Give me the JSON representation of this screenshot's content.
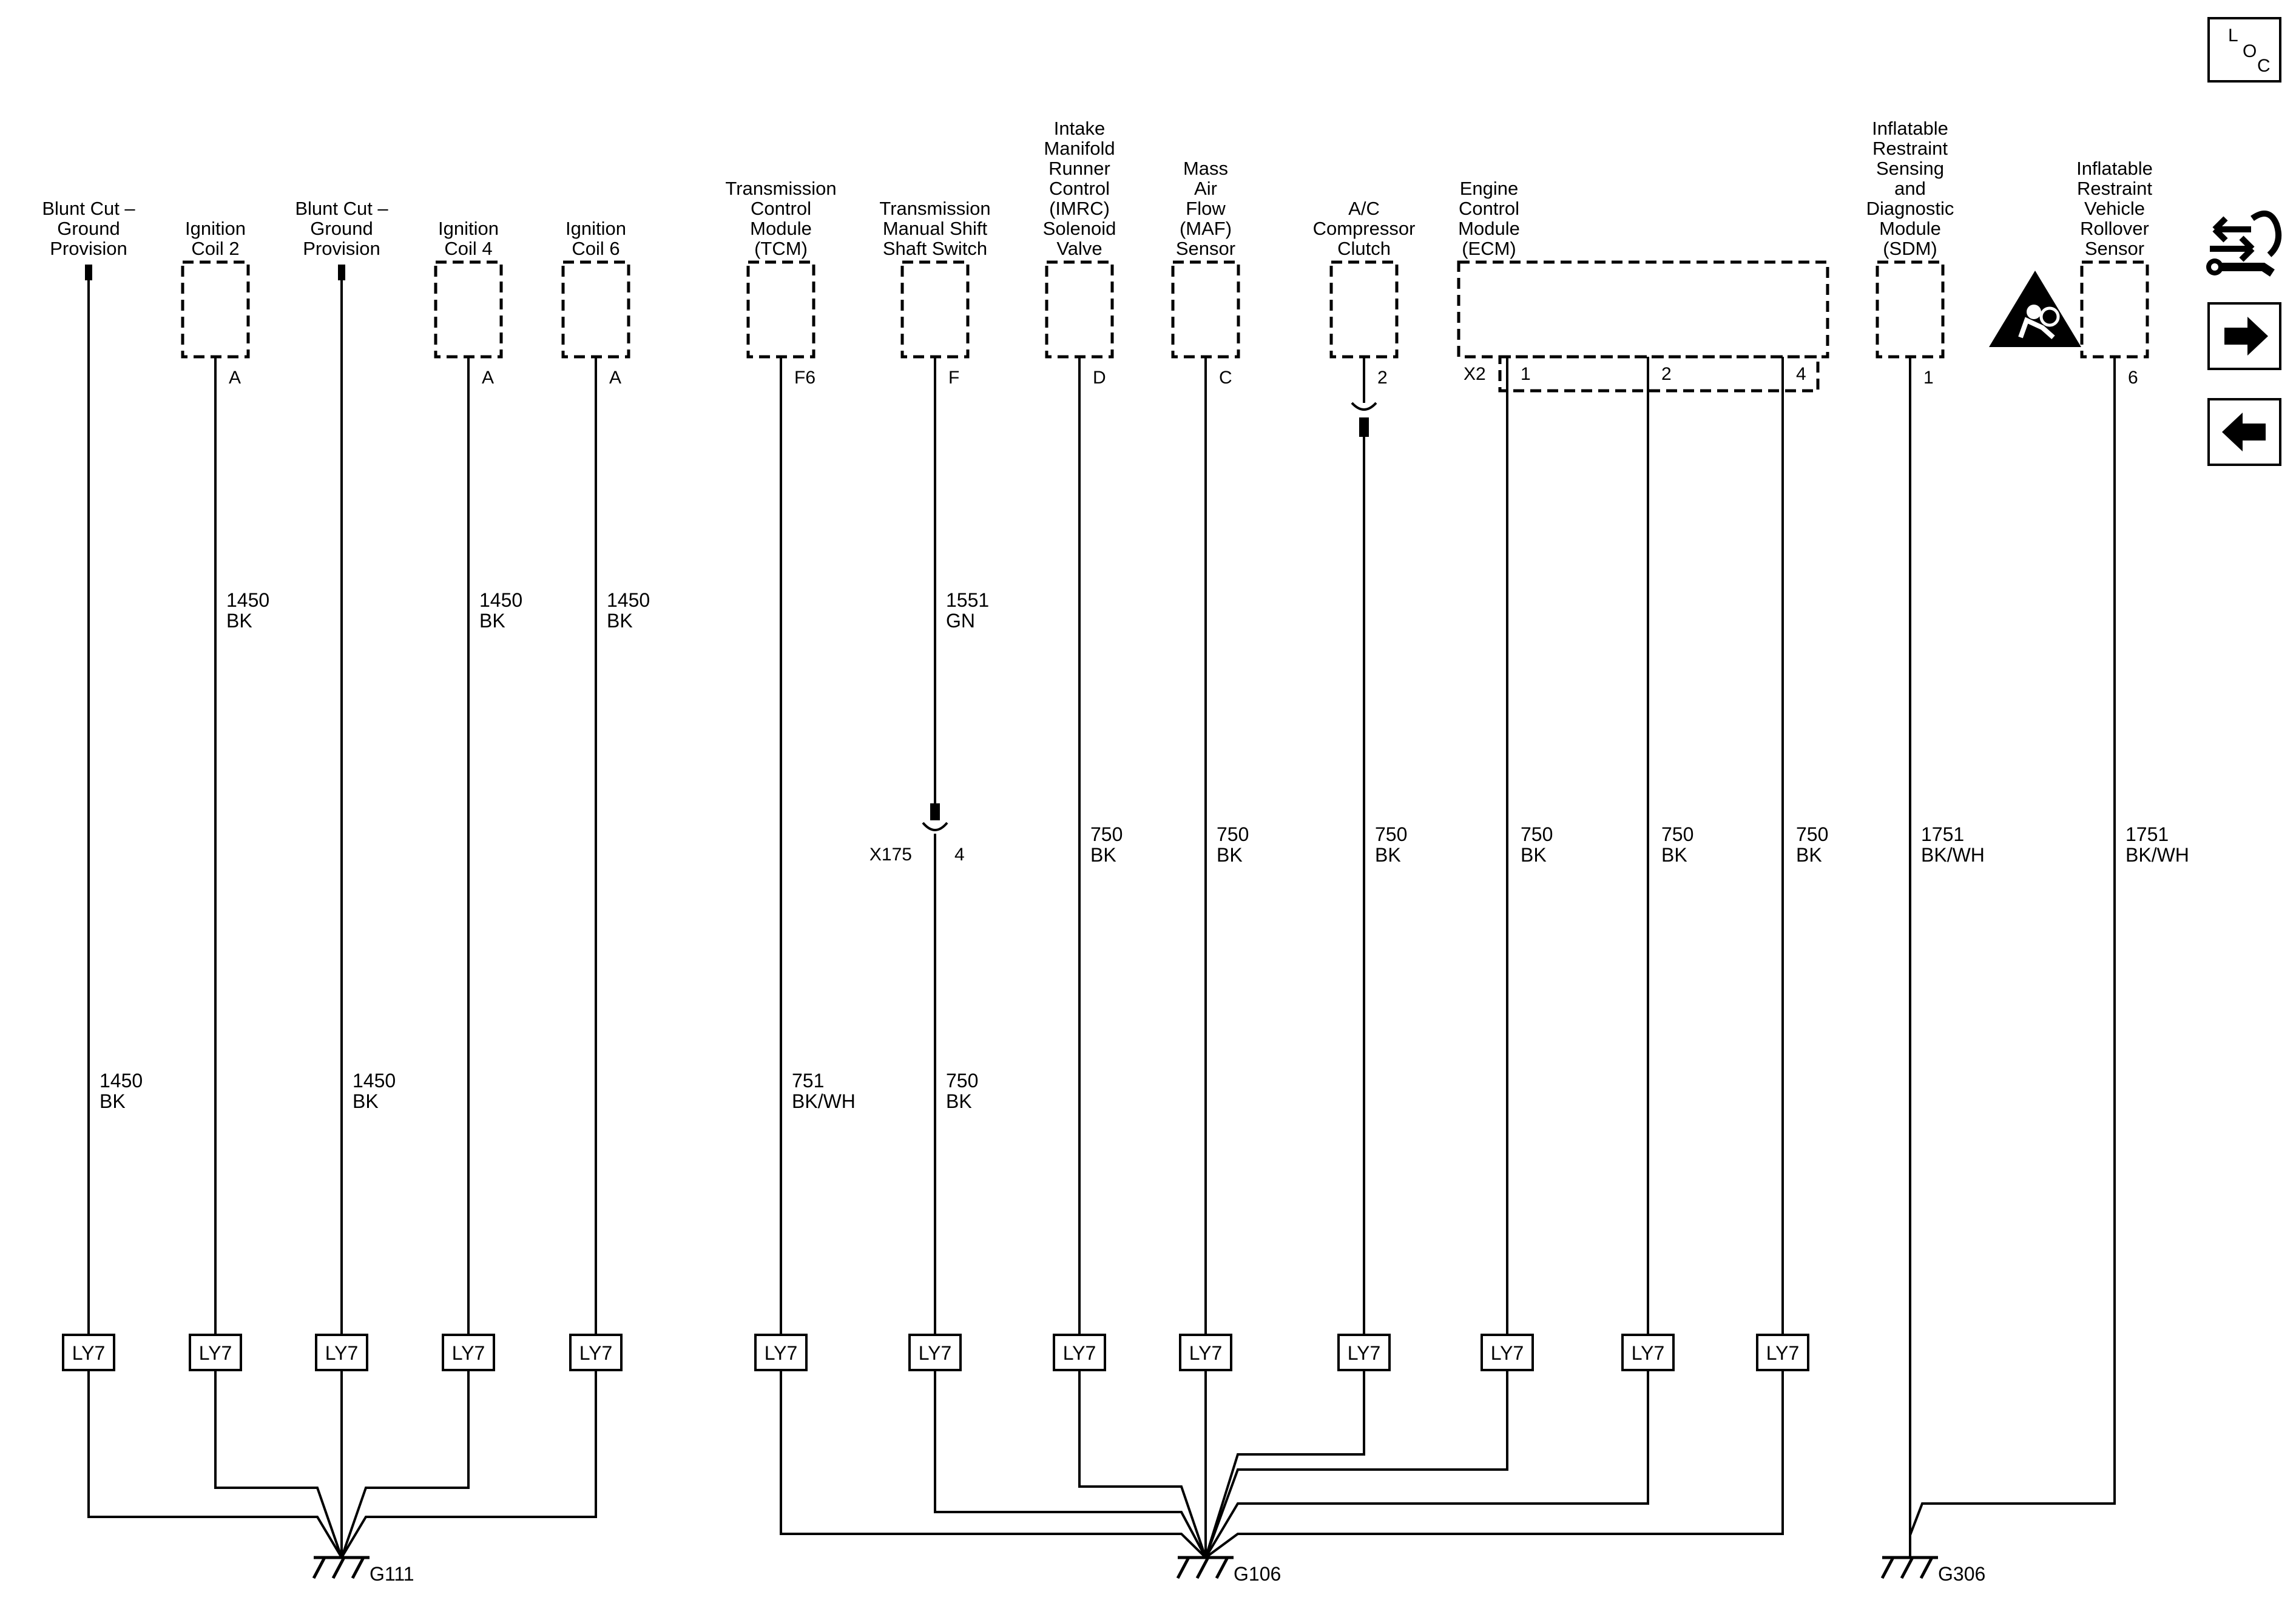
{
  "components": [
    {
      "label": [
        "Blunt Cut –",
        "Ground",
        "Provision"
      ],
      "pin": "",
      "wire_top": {
        "circuit": "",
        "color": ""
      },
      "splice": null,
      "wire_bottom": {
        "circuit": "1450",
        "color": "BK"
      },
      "connector": "LY7",
      "ground": "G111"
    },
    {
      "label": [
        "Ignition",
        "Coil 2"
      ],
      "pin": "A",
      "wire_top": {
        "circuit": "1450",
        "color": "BK"
      },
      "splice": null,
      "wire_bottom": {
        "circuit": "",
        "color": ""
      },
      "connector": "LY7",
      "ground": "G111"
    },
    {
      "label": [
        "Blunt Cut –",
        "Ground",
        "Provision"
      ],
      "pin": "",
      "wire_top": {
        "circuit": "",
        "color": ""
      },
      "splice": null,
      "wire_bottom": {
        "circuit": "1450",
        "color": "BK"
      },
      "connector": "LY7",
      "ground": "G111"
    },
    {
      "label": [
        "Ignition",
        "Coil 4"
      ],
      "pin": "A",
      "wire_top": {
        "circuit": "1450",
        "color": "BK"
      },
      "splice": null,
      "wire_bottom": {
        "circuit": "",
        "color": ""
      },
      "connector": "LY7",
      "ground": "G111"
    },
    {
      "label": [
        "Ignition",
        "Coil 6"
      ],
      "pin": "A",
      "wire_top": {
        "circuit": "1450",
        "color": "BK"
      },
      "splice": null,
      "wire_bottom": {
        "circuit": "",
        "color": ""
      },
      "connector": "LY7",
      "ground": "G111"
    },
    {
      "label": [
        "Transmission",
        "Control",
        "Module",
        "(TCM)"
      ],
      "pin": "F6",
      "wire_top": {
        "circuit": "",
        "color": ""
      },
      "splice": null,
      "wire_bottom": {
        "circuit": "751",
        "color": "BK/WH"
      },
      "connector": "LY7",
      "ground": "G106"
    },
    {
      "label": [
        "Transmission",
        "Manual Shift",
        "Shaft Switch"
      ],
      "pin": "F",
      "wire_top": {
        "circuit": "1551",
        "color": "GN"
      },
      "splice": {
        "name": "X175",
        "pin": "4"
      },
      "wire_bottom": {
        "circuit": "750",
        "color": "BK"
      },
      "connector": "LY7",
      "ground": "G106"
    },
    {
      "label": [
        "Intake",
        "Manifold",
        "Runner",
        "Control",
        "(IMRC)",
        "Solenoid",
        "Valve"
      ],
      "pin": "D",
      "wire_top": {
        "circuit": "750",
        "color": "BK"
      },
      "splice": null,
      "wire_bottom": {
        "circuit": "",
        "color": ""
      },
      "connector": "LY7",
      "ground": "G106"
    },
    {
      "label": [
        "Mass",
        "Air",
        "Flow",
        "(MAF)",
        "Sensor"
      ],
      "pin": "C",
      "wire_top": {
        "circuit": "750",
        "color": "BK"
      },
      "splice": null,
      "wire_bottom": {
        "circuit": "",
        "color": ""
      },
      "connector": "LY7",
      "ground": "G106"
    },
    {
      "label": [
        "A/C",
        "Compressor",
        "Clutch"
      ],
      "pin": "2",
      "wire_top": {
        "circuit": "750",
        "color": "BK"
      },
      "splice": null,
      "wire_bottom": {
        "circuit": "",
        "color": ""
      },
      "connector": "LY7",
      "ground": "G106"
    },
    {
      "label": [
        "Inflatable",
        "Restraint",
        "Sensing",
        "and",
        "Diagnostic",
        "Module",
        "(SDM)"
      ],
      "pin": "1",
      "wire_top": {
        "circuit": "1751",
        "color": "BK/WH"
      },
      "splice": null,
      "wire_bottom": {
        "circuit": "",
        "color": ""
      },
      "connector": "",
      "ground": "G306"
    },
    {
      "label": [
        "Inflatable",
        "Restraint",
        "Vehicle",
        "Rollover",
        "Sensor"
      ],
      "pin": "6",
      "wire_top": {
        "circuit": "1751",
        "color": "BK/WH"
      },
      "splice": null,
      "wire_bottom": {
        "circuit": "",
        "color": ""
      },
      "connector": "",
      "ground": "G306"
    }
  ],
  "ecm": {
    "label": [
      "Engine",
      "Control",
      "Module",
      "(ECM)"
    ],
    "connector": "X2",
    "pins": [
      {
        "pin": "1",
        "wire": {
          "circuit": "750",
          "color": "BK"
        },
        "connector": "LY7"
      },
      {
        "pin": "2",
        "wire": {
          "circuit": "750",
          "color": "BK"
        },
        "connector": "LY7"
      },
      {
        "pin": "4",
        "wire": {
          "circuit": "750",
          "color": "BK"
        },
        "connector": "LY7"
      }
    ],
    "ground": "G106"
  },
  "grounds": [
    "G111",
    "G106",
    "G306"
  ],
  "nav": {
    "loc": {
      "letters": [
        "L",
        "O",
        "C"
      ]
    },
    "icons": [
      "connector-wrench-icon",
      "arrow-right-icon",
      "arrow-left-icon"
    ],
    "airbag_warning_icon": "airbag-warning-icon"
  }
}
